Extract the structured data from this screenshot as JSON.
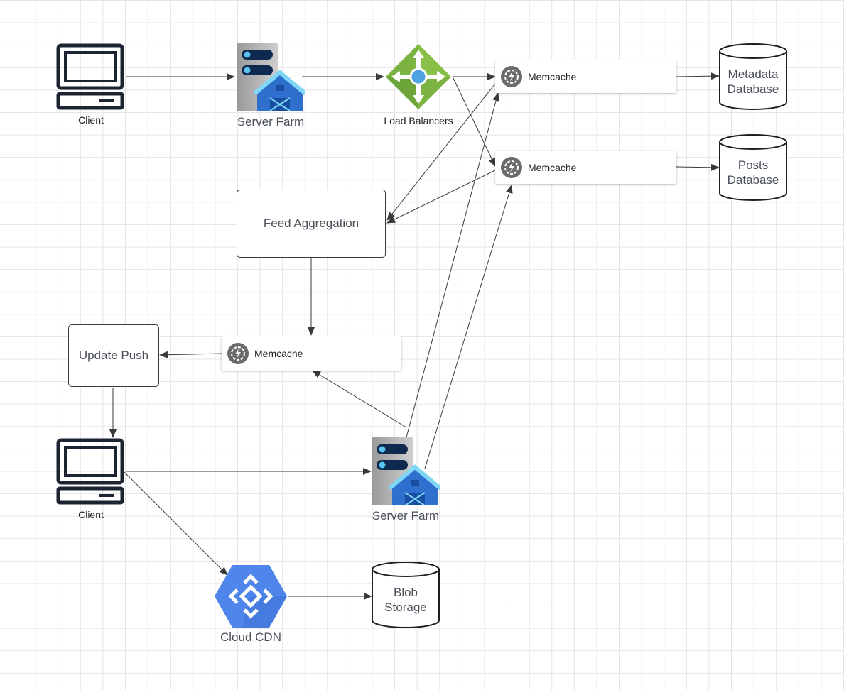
{
  "nodes": {
    "client_top": "Client",
    "server_farm_top": "Server Farm",
    "load_balancers": "Load Balancers",
    "memcache_metadata": "Memcache",
    "memcache_posts": "Memcache",
    "metadata_db": "Metadata\nDatabase",
    "posts_db": "Posts\nDatabase",
    "feed_aggregation": "Feed Aggregation",
    "memcache_feed": "Memcache",
    "update_push": "Update Push",
    "client_bottom": "Client",
    "server_farm_bottom": "Server Farm",
    "cloud_cdn": "Cloud CDN",
    "blob_storage": "Blob\nStorage"
  },
  "icons": {
    "client": "computer-monitor-icon",
    "server_farm": "server-barn-icon",
    "load_balancer": "load-balancer-icon",
    "memcache": "memcache-lightning-icon",
    "database": "cylinder-database-icon",
    "cdn": "cloud-cdn-icon"
  },
  "colors": {
    "line": "#3a3a3a",
    "server_blue": "#2f6fce",
    "lb_green": "#7cb342",
    "cdn_blue": "#4f86ec"
  },
  "connections": [
    {
      "from": "client_top",
      "to": "server_farm_top"
    },
    {
      "from": "server_farm_top",
      "to": "load_balancers"
    },
    {
      "from": "load_balancers",
      "to": "memcache_metadata"
    },
    {
      "from": "load_balancers",
      "to": "memcache_posts"
    },
    {
      "from": "memcache_metadata",
      "to": "metadata_db"
    },
    {
      "from": "memcache_posts",
      "to": "posts_db"
    },
    {
      "from": "memcache_metadata",
      "to": "feed_aggregation"
    },
    {
      "from": "memcache_posts",
      "to": "feed_aggregation"
    },
    {
      "from": "feed_aggregation",
      "to": "memcache_feed"
    },
    {
      "from": "memcache_feed",
      "to": "update_push"
    },
    {
      "from": "update_push",
      "to": "client_bottom"
    },
    {
      "from": "client_bottom",
      "to": "server_farm_bottom"
    },
    {
      "from": "server_farm_bottom",
      "to": "memcache_feed"
    },
    {
      "from": "server_farm_bottom",
      "to": "memcache_metadata"
    },
    {
      "from": "server_farm_bottom",
      "to": "memcache_posts"
    },
    {
      "from": "client_bottom",
      "to": "cloud_cdn"
    },
    {
      "from": "cloud_cdn",
      "to": "blob_storage"
    }
  ]
}
